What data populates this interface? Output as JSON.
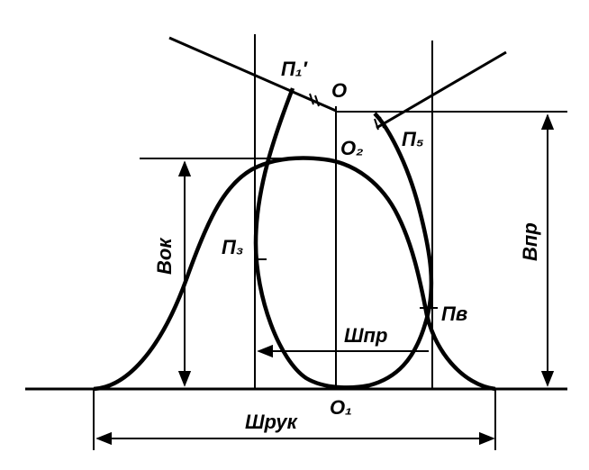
{
  "labels": {
    "p1_prime": "П₁′",
    "o": "О",
    "o2": "О₂",
    "p5": "П₅",
    "p3": "П₃",
    "p6": "Пв",
    "o1": "О₁",
    "vok": "Вок",
    "vpr": "Впр",
    "shpr": "Шпр",
    "shruk": "Шрук"
  }
}
